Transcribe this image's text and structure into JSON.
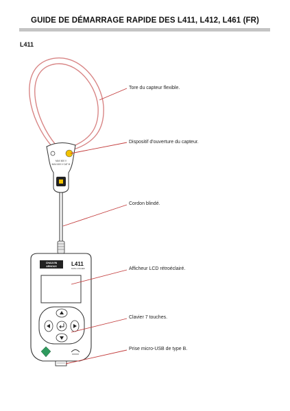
{
  "header": {
    "title": "GUIDE DE DÉMARRAGE RAPIDE DES L411, L412, L461 (FR)",
    "model": "L411"
  },
  "callouts": [
    "Tore du capteur flexible.",
    "Dispositif d'ouverture du capteur.",
    "Cordon blindé.",
    "Afficheur LCD rétroéclairé.",
    "Clavier 7 touches.",
    "Prise micro-USB de type B."
  ],
  "device": {
    "brand_line1": "CHAUVIN",
    "brand_line2": "ARNOUX",
    "model": "L411",
    "model_sub": "DATA LOGGER",
    "clamp_text_line1": "MAX 600 V",
    "clamp_text_line2": "MAX 600 V CAT III"
  },
  "colors": {
    "loop": "#d88585",
    "leader": "#c23a3a",
    "accent_yellow": "#f2c200",
    "accent_green": "#2f9a5e"
  }
}
